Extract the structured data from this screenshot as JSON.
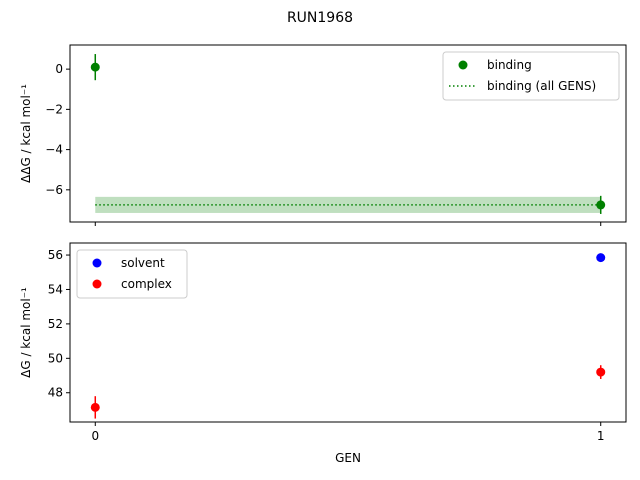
{
  "figure": {
    "title": "RUN1968",
    "xlabel": "GEN"
  },
  "chart_data": [
    {
      "type": "scatter",
      "panel": "top",
      "ylabel": "ΔΔG / kcal mol⁻¹",
      "xlim": [
        -0.05,
        1.05
      ],
      "ylim": [
        -7.6,
        1.2
      ],
      "yticks": [
        0,
        -2,
        -4,
        -6
      ],
      "ytick_labels": [
        "0",
        "−2",
        "−4",
        "−6"
      ],
      "xticks": [
        0,
        1
      ],
      "legend": {
        "placement": "top-right",
        "entries": [
          "binding",
          "binding (all GENS)"
        ]
      },
      "series": [
        {
          "name": "binding",
          "marker": "circle",
          "color": "#008000",
          "x": [
            0,
            1
          ],
          "y": [
            0.1,
            -6.75
          ],
          "yerr": [
            0.65,
            0.45
          ]
        }
      ],
      "reference_line": {
        "name": "binding (all GENS)",
        "style": "dotted",
        "color": "#008000",
        "x": [
          0,
          1
        ],
        "y": -6.75,
        "band": [
          -7.15,
          -6.35
        ],
        "band_color": "#008000"
      }
    },
    {
      "type": "scatter",
      "panel": "bottom",
      "ylabel": "ΔG / kcal mol⁻¹",
      "xlabel": "GEN",
      "xlim": [
        -0.05,
        1.05
      ],
      "ylim": [
        46.3,
        56.7
      ],
      "yticks": [
        48,
        50,
        52,
        54,
        56
      ],
      "ytick_labels": [
        "48",
        "50",
        "52",
        "54",
        "56"
      ],
      "xticks": [
        0,
        1
      ],
      "xtick_labels": [
        "0",
        "1"
      ],
      "legend": {
        "placement": "top-left",
        "entries": [
          "solvent",
          "complex"
        ]
      },
      "series": [
        {
          "name": "solvent",
          "marker": "circle",
          "color": "#0000ff",
          "x": [
            1
          ],
          "y": [
            55.85
          ],
          "yerr": [
            0.12
          ]
        },
        {
          "name": "complex",
          "marker": "circle",
          "color": "#ff0000",
          "x": [
            0,
            1
          ],
          "y": [
            47.15,
            49.2
          ],
          "yerr": [
            0.65,
            0.4
          ]
        }
      ]
    }
  ]
}
